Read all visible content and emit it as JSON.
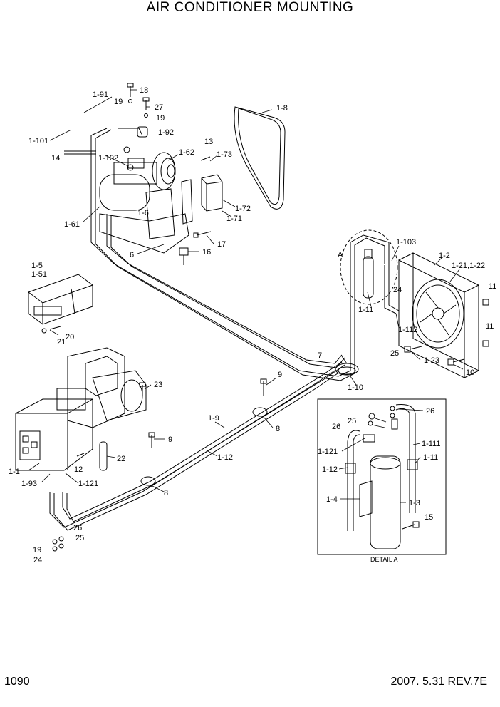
{
  "header": {
    "title": "AIR CONDITIONER MOUNTING"
  },
  "footer": {
    "page_number": "1090",
    "revision": "2007. 5.31  REV.7E"
  },
  "detail_caption": "DETAIL A",
  "callouts": {
    "c_1_91": "1-91",
    "c_18": "18",
    "c_19a": "19",
    "c_27": "27",
    "c_19b": "19",
    "c_1_92": "1-92",
    "c_1_101": "1-101",
    "c_14": "14",
    "c_1_102": "1-102",
    "c_1_62": "1-62",
    "c_13": "13",
    "c_1_73": "1-73",
    "c_1_8": "1-8",
    "c_1_6": "1-6",
    "c_1_61": "1-61",
    "c_1_72": "1-72",
    "c_1_71": "1-71",
    "c_17": "17",
    "c_16": "16",
    "c_6": "6",
    "c_A": "A",
    "c_1_103": "1-103",
    "c_1_2": "1-2",
    "c_1_21": "1-21,1-22",
    "c_11a": "11",
    "c_24a": "24",
    "c_1_11a": "1-11",
    "c_1_112": "1-112",
    "c_11b": "11",
    "c_25a": "25",
    "c_1_23": "1-23",
    "c_10": "10",
    "c_7": "7",
    "c_1_10": "1-10",
    "c_1_5": "1-5",
    "c_1_51": "1-51",
    "c_20": "20",
    "c_21": "21",
    "c_23": "23",
    "c_9a": "9",
    "c_8a": "8",
    "c_1_9": "1-9",
    "c_9b": "9",
    "c_1_12a": "1-12",
    "c_22": "22",
    "c_12": "12",
    "c_1_1": "1-1",
    "c_1_93": "1-93",
    "c_1_121a": "1-121",
    "c_8b": "8",
    "c_26a": "26",
    "c_25b": "25",
    "c_19c": "19",
    "c_24b": "24",
    "c_25c": "25",
    "c_26b": "26",
    "c_26c": "26",
    "c_1_111": "1-111",
    "c_1_121b": "1-121",
    "c_1_11b": "1-11",
    "c_1_12b": "1-12",
    "c_1_4": "1-4",
    "c_1_3": "1-3",
    "c_15": "15"
  }
}
